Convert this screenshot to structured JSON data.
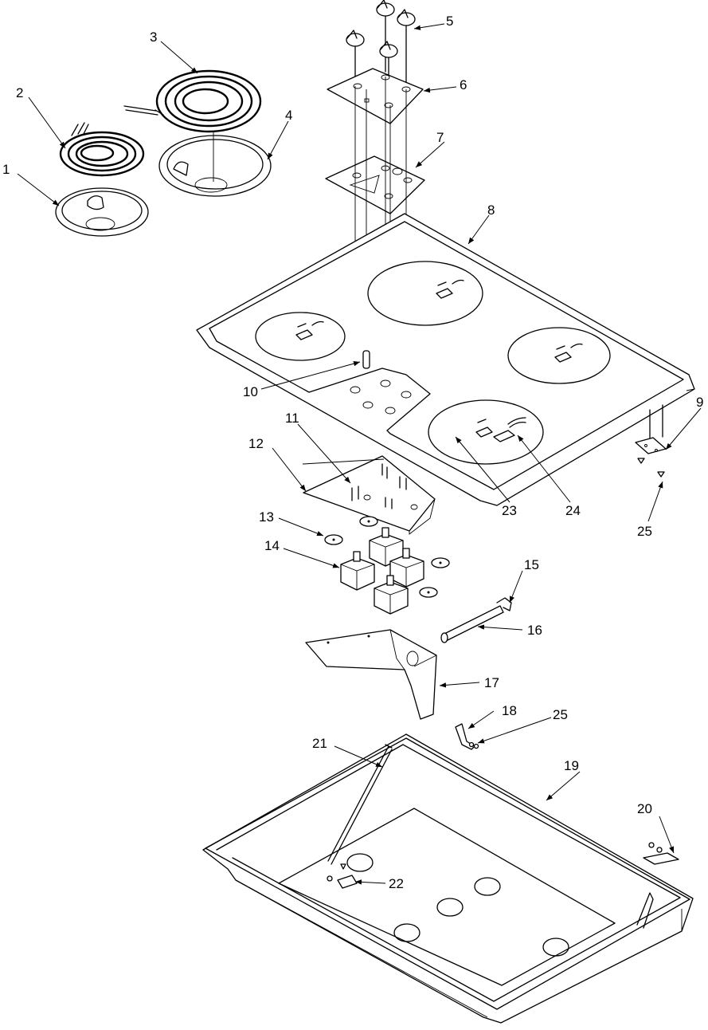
{
  "callouts": [
    "1",
    "2",
    "3",
    "4",
    "5",
    "6",
    "7",
    "8",
    "9",
    "10",
    "11",
    "12",
    "13",
    "14",
    "15",
    "16",
    "17",
    "18",
    "19",
    "20",
    "21",
    "22",
    "23",
    "24",
    "25",
    "25"
  ]
}
